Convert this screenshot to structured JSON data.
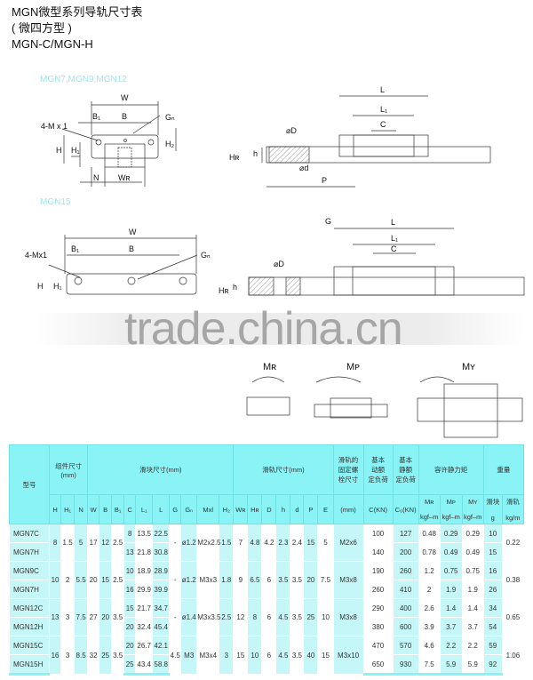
{
  "header": {
    "title": "MGN微型系列导轨尺寸表",
    "subtitle": "( 微四方型 )",
    "models": "MGN-C/MGN-H"
  },
  "drawing1": {
    "label": "MGN7,MGN9,MGN12",
    "dims": {
      "W": "W",
      "B1": "B₁",
      "B": "B",
      "Gn": "Gₙ",
      "M": "4-M x 1",
      "H": "H",
      "H1": "H₁",
      "H2": "H₂",
      "N": "N",
      "WR": "Wʀ",
      "L": "L",
      "L1": "L₁",
      "C": "C",
      "D": "⌀D",
      "HR": "Hʀ",
      "h": "h",
      "d": "⌀d",
      "P": "P"
    }
  },
  "drawing2": {
    "label": "MGN15",
    "dims": {
      "W": "W",
      "B1": "B₁",
      "B": "B",
      "Gn": "Gₙ",
      "M": "4-Mx1",
      "H": "H",
      "H1": "H₁",
      "G": "G",
      "L": "L",
      "L1": "L₁",
      "C": "C",
      "D": "⌀D",
      "HR": "Hʀ",
      "h": "h"
    }
  },
  "moments": [
    "Mʀ",
    "Mᴘ",
    "Mʏ"
  ],
  "watermark": "trade.china.cn",
  "table": {
    "col_model": "型号",
    "groups": {
      "assembly": "组件尺寸\n(mm)",
      "block": "滑块尺寸(mm)",
      "rail": "滑轨尺寸(mm)",
      "bolt": "滑轨的\n固定螺\n栓尺寸",
      "cdyn": "基本\n动额\n定负荷",
      "cstat": "基本\n静额\n定负荷",
      "moment": "容许静力矩",
      "weight": "重量"
    },
    "cols": {
      "H": "H",
      "H1": "H₁",
      "N": "N",
      "W": "W",
      "B": "B",
      "B1": "B₁",
      "C": "C",
      "L1": "L₁",
      "L": "L",
      "G": "G",
      "Gn": "Gₙ",
      "Mxl": "Mxl",
      "H2": "H₂",
      "WR": "Wʀ",
      "HR": "Hʀ",
      "D": "D",
      "h": "h",
      "d": "d",
      "P": "P",
      "E": "E",
      "bolt": "(mm)",
      "cdyn": "C(KN)",
      "cstat": "C₀(KN)",
      "MR": "Mʀ",
      "MP": "Mᴘ",
      "MY": "Mʏ",
      "munit": "kgf–m",
      "block_w": "滑块",
      "block_unit": "g",
      "rail_w": "滑轨",
      "rail_unit": "kg/m"
    },
    "series": [
      {
        "shared": {
          "H": "8",
          "H1": "1.5",
          "N": "5",
          "W": "17",
          "B": "12",
          "B1": "2.5",
          "G": "-",
          "Gn": "ø1.2",
          "Mxl": "M2x2.5",
          "H2": "1.5",
          "WR": "7",
          "HR": "4.8",
          "D": "4.2",
          "h": "2.3",
          "d": "2.4",
          "P": "15",
          "E": "5",
          "bolt": "M2x6",
          "rail": "0.22"
        },
        "rows": [
          {
            "name": "MGN7C",
            "C": "8",
            "L1": "13.5",
            "L": "22.5",
            "cdyn": "100",
            "cstat": "127",
            "MR": "0.48",
            "MP": "0.29",
            "MY": "0.29",
            "g": "10"
          },
          {
            "name": "MGN7H",
            "C": "13",
            "L1": "21.8",
            "L": "30.8",
            "cdyn": "140",
            "cstat": "200",
            "MR": "0.78",
            "MP": "0.49",
            "MY": "0.49",
            "g": "15"
          }
        ]
      },
      {
        "shared": {
          "H": "10",
          "H1": "2",
          "N": "5.5",
          "W": "20",
          "B": "15",
          "B1": "2.5",
          "G": "-",
          "Gn": "ø1.2",
          "Mxl": "M3x3",
          "H2": "1.8",
          "WR": "9",
          "HR": "6.5",
          "D": "6",
          "h": "3.5",
          "d": "3.5",
          "P": "20",
          "E": "7.5",
          "bolt": "M3x8",
          "rail": "0.38"
        },
        "rows": [
          {
            "name": "MGN9C",
            "C": "10",
            "L1": "18.9",
            "L": "28.9",
            "cdyn": "190",
            "cstat": "260",
            "MR": "1.2",
            "MP": "0.75",
            "MY": "0.75",
            "g": "16"
          },
          {
            "name": "MGN7H",
            "C": "16",
            "L1": "29.9",
            "L": "39.9",
            "cdyn": "260",
            "cstat": "410",
            "MR": "2",
            "MP": "1.9",
            "MY": "1.9",
            "g": "26"
          }
        ]
      },
      {
        "shared": {
          "H": "13",
          "H1": "3",
          "N": "7.5",
          "W": "27",
          "B": "20",
          "B1": "3.5",
          "G": "-",
          "Gn": "ø1.4",
          "Mxl": "M3x3.5",
          "H2": "2.5",
          "WR": "12",
          "HR": "8",
          "D": "6",
          "h": "4.5",
          "d": "3.5",
          "P": "25",
          "E": "10",
          "bolt": "M3x8",
          "rail": "0.65"
        },
        "rows": [
          {
            "name": "MGN12C",
            "C": "15",
            "L1": "21.7",
            "L": "34.7",
            "cdyn": "290",
            "cstat": "400",
            "MR": "2.6",
            "MP": "1.4",
            "MY": "1.4",
            "g": "34"
          },
          {
            "name": "MGN12H",
            "C": "20",
            "L1": "32.4",
            "L": "45.4",
            "cdyn": "380",
            "cstat": "600",
            "MR": "3.9",
            "MP": "3.7",
            "MY": "3.7",
            "g": "54"
          }
        ]
      },
      {
        "shared": {
          "H": "16",
          "H1": "3",
          "N": "8.5",
          "W": "32",
          "B": "25",
          "B1": "3.5",
          "G": "4.5",
          "Gn": "M3",
          "Mxl": "M3x4",
          "H2": "3",
          "WR": "15",
          "HR": "10",
          "D": "6",
          "h": "4.5",
          "d": "3.5",
          "P": "40",
          "E": "15",
          "bolt": "M3x10",
          "rail": "1.06"
        },
        "rows": [
          {
            "name": "MGN15C",
            "C": "20",
            "L1": "26.7",
            "L": "42.1",
            "cdyn": "470",
            "cstat": "570",
            "MR": "4.6",
            "MP": "2.2",
            "MY": "2.2",
            "g": "59"
          },
          {
            "name": "MGN15H",
            "C": "25",
            "L1": "43.4",
            "L": "58.8",
            "cdyn": "650",
            "cstat": "930",
            "MR": "7.5",
            "MP": "5.9",
            "MY": "5.9",
            "g": "92"
          }
        ]
      }
    ]
  },
  "colors": {
    "header_bg": "#8af3f5",
    "stripe": "#c5f7f8",
    "subtitle": "#9de6ec"
  }
}
